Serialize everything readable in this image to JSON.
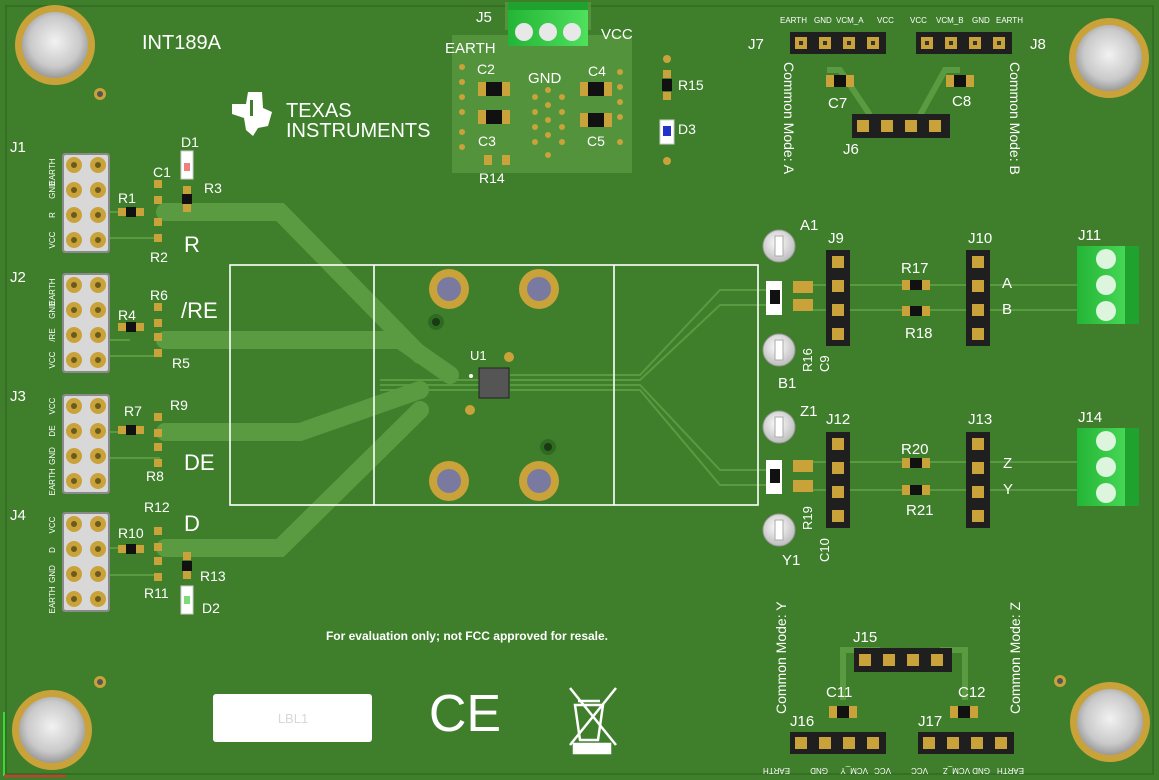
{
  "board": {
    "name": "INT189A",
    "vendor_line1": "Texas",
    "vendor_line2": "Instruments",
    "disclaimer": "For evaluation only; not FCC approved for resale.",
    "label": "LBL1",
    "ce_mark": "CE",
    "weee_icon": "weee-bin-icon",
    "ti_logo_icon": "texas-state-logo-icon",
    "colors": {
      "board": "#3f7f2c",
      "trace": "#5a9a40",
      "pad": "#c9a33a",
      "silk": "#ffffff",
      "header": "#2b2b2b",
      "terminal": "#33cc44"
    }
  },
  "connectors": {
    "j1": {
      "ref": "J1",
      "pins": [
        "EARTH",
        "GND",
        "R",
        "VCC"
      ]
    },
    "j2": {
      "ref": "J2",
      "pins": [
        "EARTH",
        "GND",
        "/RE",
        "VCC"
      ]
    },
    "j3": {
      "ref": "J3",
      "pins": [
        "VCC",
        "DE",
        "GND",
        "EARTH"
      ]
    },
    "j4": {
      "ref": "J4",
      "pins": [
        "VCC",
        "D",
        "GND",
        "EARTH"
      ]
    },
    "j5": {
      "ref": "J5",
      "earth": "EARTH",
      "gnd": "GND",
      "vcc": "VCC"
    },
    "j7": {
      "ref": "J7",
      "pins": [
        "EARTH",
        "GND",
        "VCM_A",
        "VCC"
      ]
    },
    "j8": {
      "ref": "J8",
      "pins": [
        "VCC",
        "VCM_B",
        "GND",
        "EARTH"
      ]
    },
    "j6": {
      "ref": "J6"
    },
    "j9": {
      "ref": "J9"
    },
    "j10": {
      "ref": "J10"
    },
    "j11": {
      "ref": "J11"
    },
    "j12": {
      "ref": "J12"
    },
    "j13": {
      "ref": "J13"
    },
    "j14": {
      "ref": "J14"
    },
    "j15": {
      "ref": "J15"
    },
    "j16": {
      "ref": "J16",
      "pins": [
        "EARTH",
        "GND",
        "VCM_Y",
        "VCC"
      ]
    },
    "j17": {
      "ref": "J17",
      "pins": [
        "VCC",
        "VCM_Z",
        "GND",
        "EARTH"
      ]
    }
  },
  "signals": {
    "r": "R",
    "re": "/RE",
    "de": "DE",
    "d": "D",
    "a": "A",
    "b": "B",
    "z": "Z",
    "y": "Y"
  },
  "common_mode": {
    "a": "Common Mode: A",
    "b": "Common Mode: B",
    "y": "Common Mode: Y",
    "z": "Common Mode: Z"
  },
  "components": {
    "u1": "U1",
    "c1": "C1",
    "c2": "C2",
    "c3": "C3",
    "c4": "C4",
    "c5": "C5",
    "c7": "C7",
    "c8": "C8",
    "c9": "C9",
    "c10": "C10",
    "c11": "C11",
    "c12": "C12",
    "d1": "D1",
    "d2": "D2",
    "d3": "D3",
    "r1": "R1",
    "r2": "R2",
    "r3": "R3",
    "r4": "R4",
    "r5": "R5",
    "r6": "R6",
    "r7": "R7",
    "r8": "R8",
    "r9": "R9",
    "r10": "R10",
    "r11": "R11",
    "r12": "R12",
    "r13": "R13",
    "r14": "R14",
    "r15": "R15",
    "r16": "R16",
    "r17": "R17",
    "r18": "R18",
    "r19": "R19",
    "r20": "R20",
    "r21": "R21",
    "a1": "A1",
    "b1": "B1",
    "z1": "Z1",
    "y1": "Y1"
  }
}
